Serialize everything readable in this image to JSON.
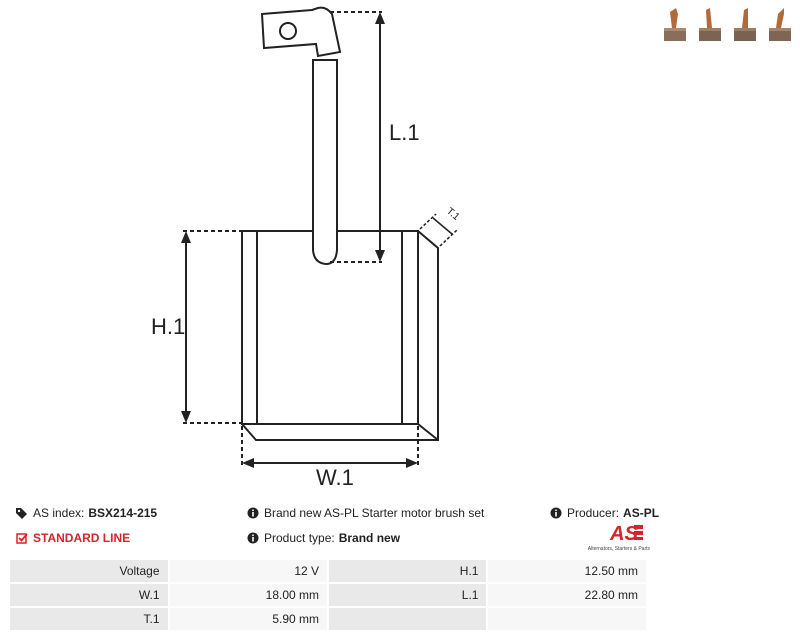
{
  "drawing": {
    "dim_labels": {
      "l1": "L.1",
      "h1": "H.1",
      "w1": "W.1",
      "t1": "T.1"
    }
  },
  "thumbnails": [
    "brush-photo-1",
    "brush-photo-2",
    "brush-photo-3",
    "brush-photo-4"
  ],
  "info": {
    "as_index_label": "AS index:",
    "as_index_value": "BSX214-215",
    "standard_line": "STANDARD LINE",
    "description": "Brand new AS-PL Starter motor brush set",
    "product_type_label": "Product type:",
    "product_type_value": "Brand new",
    "producer_label": "Producer:",
    "producer_value": "AS-PL"
  },
  "logo": {
    "mark": "AS",
    "tagline": "Alternators, Starters & Parts"
  },
  "specs": [
    {
      "l1": "Voltage",
      "v1": "12 V",
      "l2": "H.1",
      "v2": "12.50 mm"
    },
    {
      "l1": "W.1",
      "v1": "18.00 mm",
      "l2": "L.1",
      "v2": "22.80 mm"
    },
    {
      "l1": "T.1",
      "v1": "5.90 mm",
      "l2": "",
      "v2": ""
    }
  ],
  "colors": {
    "accent_red": "#d8232a",
    "copper": "#b26a3b",
    "brush_body": "#8a6d5a"
  }
}
